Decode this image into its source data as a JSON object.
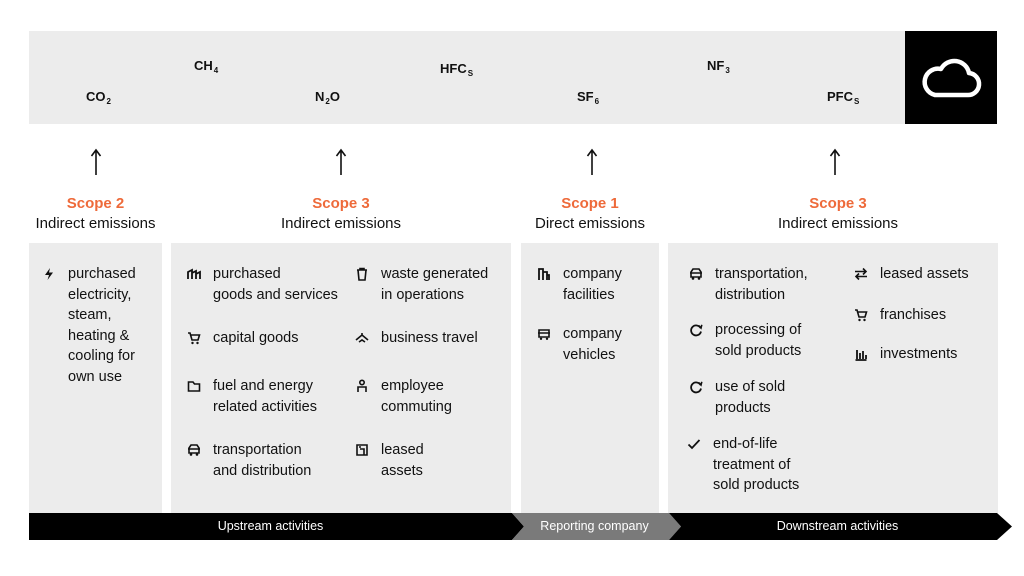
{
  "gases": [
    {
      "id": "co2",
      "base": "CO",
      "sub": "2"
    },
    {
      "id": "ch4",
      "base": "CH",
      "sub": "4"
    },
    {
      "id": "n2o",
      "base": "N",
      "sub": "2",
      "tail": "O"
    },
    {
      "id": "hfcs",
      "base": "HFC",
      "sub": "S"
    },
    {
      "id": "sf6",
      "base": "SF",
      "sub": "6"
    },
    {
      "id": "nf3",
      "base": "NF",
      "sub": "3"
    },
    {
      "id": "pfcs",
      "base": "PFC",
      "sub": "S"
    }
  ],
  "scopes": [
    {
      "id": "scope2",
      "title": "Scope 2",
      "subtitle": "Indirect emissions"
    },
    {
      "id": "scope3-up",
      "title": "Scope 3",
      "subtitle": "Indirect emissions"
    },
    {
      "id": "scope1",
      "title": "Scope 1",
      "subtitle": "Direct emissions"
    },
    {
      "id": "scope3-down",
      "title": "Scope 3",
      "subtitle": "Indirect emissions"
    }
  ],
  "scope2_items": [
    {
      "icon": "lightning-icon",
      "label": "purchased\nelectricity,\nsteam,\nheating &\ncooling for\nown use"
    }
  ],
  "scope3_up_items": [
    {
      "icon": "purchased-goods-icon",
      "label": "purchased\ngoods and services"
    },
    {
      "icon": "cart-icon",
      "label": "capital goods"
    },
    {
      "icon": "folder-icon",
      "label": "fuel and energy\nrelated activities"
    },
    {
      "icon": "truck-icon",
      "label": "transportation\nand distribution"
    },
    {
      "icon": "trash-icon",
      "label": "waste generated\nin operations"
    },
    {
      "icon": "plane-icon",
      "label": "business travel"
    },
    {
      "icon": "person-icon",
      "label": "employee\ncommuting"
    },
    {
      "icon": "building-icon",
      "label": "leased\nassets"
    }
  ],
  "scope1_items": [
    {
      "icon": "factory-icon",
      "label": "company\nfacilities"
    },
    {
      "icon": "vehicle-icon",
      "label": "company\nvehicles"
    }
  ],
  "scope3_down_items": [
    {
      "icon": "truck-icon",
      "label": "transportation,\ndistribution"
    },
    {
      "icon": "cycle-icon",
      "label": "processing of\nsold products"
    },
    {
      "icon": "cycle-icon",
      "label": "use of sold\nproducts"
    },
    {
      "icon": "check-icon",
      "label": "end-of-life\ntreatment of\nsold products"
    },
    {
      "icon": "swap-arrows-icon",
      "label": "leased assets"
    },
    {
      "icon": "cart-icon",
      "label": "franchises"
    },
    {
      "icon": "bar-chart-icon",
      "label": "investments"
    }
  ],
  "bands": {
    "upstream": "Upstream activities",
    "reporting": "Reporting company",
    "downstream": "Downstream activities"
  },
  "colors": {
    "accent": "#ee6a3a",
    "panel": "#ececec",
    "band_dark": "#000000",
    "band_mid": "#7a7a7a"
  },
  "icons": {
    "cloud": "cloud-icon",
    "arrow": "arrow-up-icon"
  }
}
